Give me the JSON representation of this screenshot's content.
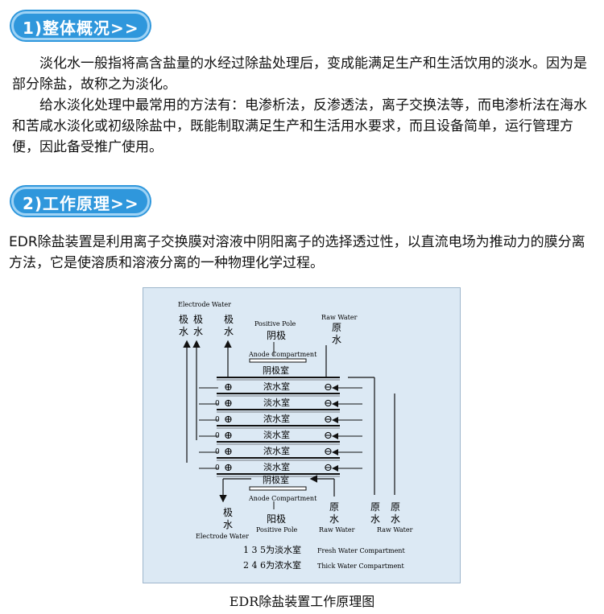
{
  "section1": {
    "title": "1)整体概况>>",
    "paragraphs": [
      "淡化水一般指将高含盐量的水经过除盐处理后，变成能满足生产和生活饮用的淡水。因为是部分除盐，故称之为淡化。",
      "给水淡化处理中最常用的方法有：电渗析法，反渗透法，离子交换法等，而电渗析法在海水和苦咸水淡化或初级除盐中，既能制取满足生产和生活用水要求，而且设备简单，运行管理方便，因此备受推广使用。"
    ]
  },
  "section2": {
    "title": "2)工作原理>>",
    "paragraph": "EDR除盐装置是利用离子交换膜对溶液中阴阳离子的选择透过性，以直流电场为推动力的膜分离方法，它是使溶质和溶液分离的一种物理化学过程。"
  },
  "diagram": {
    "top_label_en": "Electrode Water",
    "electrode_water_cn": [
      "极",
      "水"
    ],
    "positive_pole_en": "Positive Pole",
    "anode_cn": "阴极",
    "raw_water_en": "Raw Water",
    "raw_water_cn": [
      "原",
      "水"
    ],
    "anode_compartment_en": "Anode Compartment",
    "top_room": "阴极室",
    "chambers": [
      "浓水室",
      "淡水室",
      "浓水室",
      "淡水室",
      "浓水室",
      "淡水室"
    ],
    "bottom_room": "阴极室",
    "bottom_compartment_en": "Anode Compartment",
    "bottom_electrode_cn": [
      "极",
      "水"
    ],
    "bottom_electrode_en": "Electrode Water",
    "bottom_pole_cn": "阳极",
    "bottom_pole_en": "Positive Pole",
    "bottom_raw1_cn": [
      "原",
      "水"
    ],
    "bottom_raw1_en": "Raw Water",
    "bottom_raw2_cn": [
      "原",
      "原"
    ],
    "bottom_raw2_cn2": [
      "水",
      "水"
    ],
    "bottom_raw2_en": "Raw Water",
    "legend1_cn": "1 3 5为淡水室",
    "legend1_en": "Fresh Water Compartment",
    "legend2_cn": "2 4 6为浓水室",
    "legend2_en": "Thick Water Compartment",
    "plus_sign": "⊕",
    "minus_sign": "⊖",
    "zero_sign": "0"
  },
  "caption": "EDR除盐装置工作原理图",
  "colors": {
    "header_blue": "#2f97dc",
    "header_border": "#9fd3f5",
    "diagram_bg": "#dce9f4",
    "diagram_border": "#9db6cc"
  }
}
